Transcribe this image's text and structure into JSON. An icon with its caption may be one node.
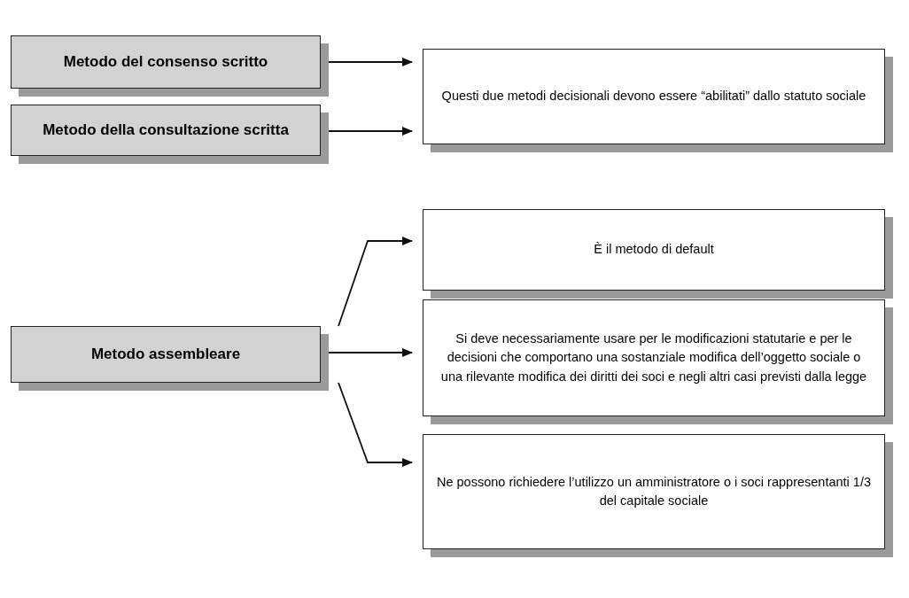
{
  "diagram": {
    "nodes": [
      {
        "text": [
          "Metodo del consenso scritto"
        ]
      },
      {
        "text": [
          "Metodo della consultazione scritta"
        ]
      },
      {
        "text": [
          "Metodo assembleare"
        ]
      },
      {
        "text": [
          "Questi due metodi decisionali devono essere “abilitati” dallo statuto sociale"
        ]
      },
      {
        "text": [
          "È il metodo di default"
        ]
      },
      {
        "text": [
          "Si deve necessariamente usare per le modificazioni statutarie e per le decisioni che comportano una sostanziale modifica dell’oggetto sociale o una rilevante modifica dei diritti dei soci e negli altri casi previsti dalla legge"
        ]
      },
      {
        "text": [
          "Ne possono richiedere l’utilizzo un amministratore o i soci rappresentanti 1/3 del capitale sociale"
        ]
      }
    ],
    "edges": [
      {
        "from": 0,
        "to": 3,
        "arrow": "to"
      },
      {
        "from": 1,
        "to": 3,
        "arrow": "to"
      },
      {
        "from": 2,
        "to": 4,
        "arrow": "to"
      },
      {
        "from": 2,
        "to": 5,
        "arrow": "to"
      },
      {
        "from": 2,
        "to": 6,
        "arrow": "to"
      }
    ]
  }
}
